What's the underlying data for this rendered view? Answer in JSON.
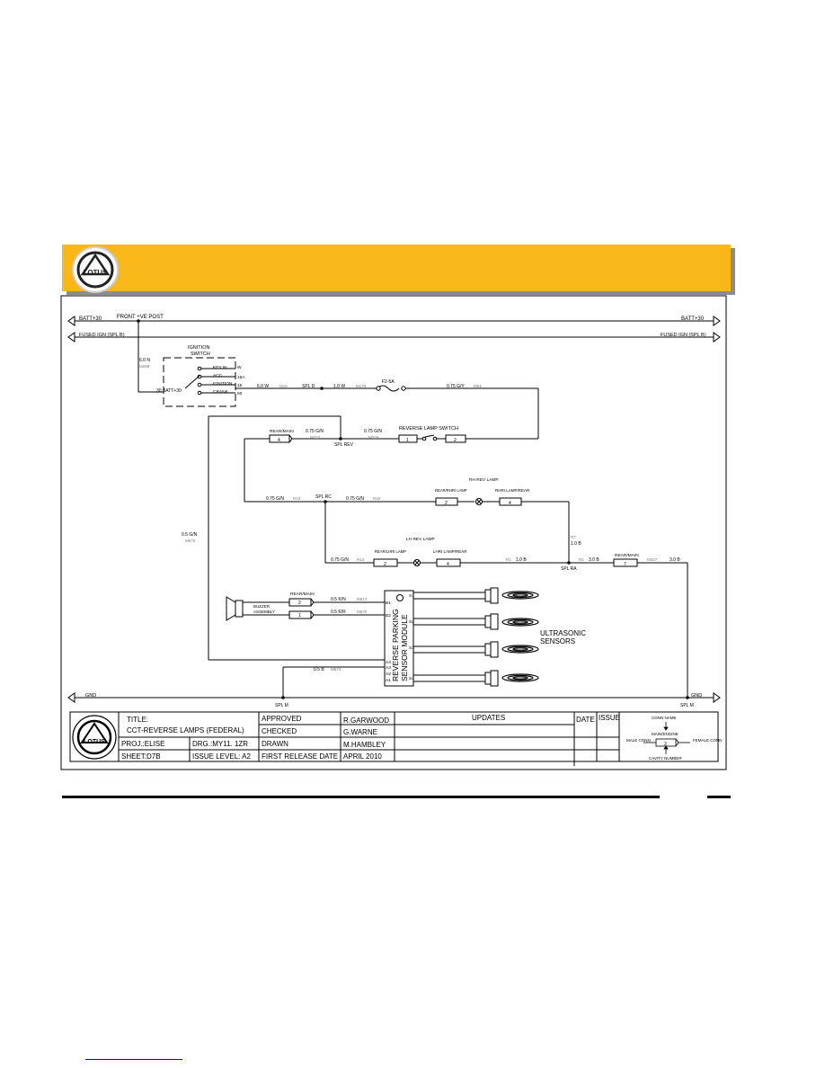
{
  "header": {
    "logo_text": "LOTUS"
  },
  "rails": {
    "batt_left": "BATT+30",
    "batt_right": "BATT+30",
    "front_post": "FRONT +VE POST",
    "fused_left": "FUSED IGN (SPL B)",
    "fused_right": "FUSED IGN (SPL B)",
    "gnd_left": "GND",
    "gnd_right": "GND",
    "spl_m_left": "SPL M",
    "spl_m_right": "SPL M"
  },
  "ignition": {
    "title_line1": "IGNITION",
    "title_line2": "SWITCH",
    "wire_size": "6.0 N",
    "wire_ref": "M298",
    "batt_pin": "30 BATT+30",
    "positions": [
      "KEY IN",
      "ACC",
      "IGNITION",
      "CRANK"
    ],
    "pins": [
      "W",
      "15A",
      "15",
      "50"
    ]
  },
  "wires": {
    "w1_size": "6.0 W",
    "w1_ref": "M16",
    "spl_d": "SPL D",
    "w2_size": "1.0 W",
    "w2_ref": "M170",
    "fuse": "F2-5A",
    "w3_size": "0.75 G/Y",
    "w3_ref": "M51",
    "rear_main_1": "REAR/MAIN",
    "rear_main_1_cav": "4",
    "w4_size": "0.75 G/N",
    "w4_ref": "M327",
    "spl_rev": "SPL REV",
    "w5_size": "0.75 G/N",
    "w5_ref": "M328",
    "rev_switch": "REVERSE LAMP SWITCH",
    "rev_switch_pin1": "1",
    "rev_switch_pin2": "2",
    "w6_size": "0.75 G/N",
    "w6_ref": "R13",
    "spl_rc": "SPL RC",
    "w7_size": "0.75 G/N",
    "w7_ref": "R10",
    "rh_lamp_conn": "REAR/RHRI LAMP",
    "rh_lamp_conn_cav": "2",
    "rh_rev_lamp": "RH REV LAMP",
    "rhri_lamp_rear": "RHRI LAMP/REAR",
    "rhri_lamp_rear_cav": "4",
    "r7_ref": "R7",
    "r7_size": "1.0 B",
    "w_left_size": "0.5 G/N",
    "w_left_ref": "M572",
    "w8_size": "0.75 G/N",
    "w8_ref": "R14",
    "lh_lamp_conn": "REAR/LHRI LAMP",
    "lh_lamp_conn_cav": "2",
    "lh_rev_lamp": "LH REV LAMP",
    "lhri_lamp_rear": "LHRI LAMP/REAR",
    "lhri_lamp_rear_cav": "4",
    "r1_ref": "R1",
    "r1_size": "1.0 B",
    "spl_ra": "SPL RA",
    "r1b_ref": "R1",
    "w9_size": "3.0 B",
    "rear_main_2": "REAR/MAIN",
    "rear_main_2_cav": "7",
    "w9_ref": "M327",
    "w10_size": "3.0 B"
  },
  "buzzer": {
    "label_line1": "BUZZER",
    "label_line2": "ASSEMBLY",
    "conn": "REAR/MAIN",
    "cav_a": "2",
    "cav_b": "1",
    "wa_size": "0.5 K/N",
    "wa_ref": "M574",
    "wb_size": "0.5 K/R",
    "wb_ref": "M575"
  },
  "module": {
    "label_line1": "REVERSE PARKING",
    "label_line2": "SENSOR MODULE",
    "pins_left": [
      "B1",
      "B2",
      "A4",
      "A3",
      "A2",
      "A1"
    ],
    "pins_right": [
      "S1",
      "S2",
      "S3",
      "S4"
    ],
    "gnd_wire_size": "0.5 B",
    "gnd_wire_ref": "M573"
  },
  "sensors": {
    "label_line1": "ULTRASONIC",
    "label_line2": "SENSORS"
  },
  "title_block": {
    "title_label": "TITLE:",
    "title": "CCT-REVERSE LAMPS (FEDERAL)",
    "proj": "PROJ.:ELISE",
    "drg": "DRG.:MY11. 1ZR",
    "sheet": "SHEET:D7B",
    "issue_level": "ISSUE LEVEL: A2",
    "approved": "APPROVED",
    "approved_by": "R.GARWOOD",
    "checked": "CHECKED",
    "checked_by": "G.WARNE",
    "drawn": "DRAWN",
    "drawn_by": "M.HAMBLEY",
    "first_release": "FIRST RELEASE DATE",
    "first_release_date": "APRIL 2010",
    "updates": "UPDATES",
    "date": "DATE",
    "issue": "ISSUE"
  },
  "legend": {
    "conn_name": "CONN NAME",
    "conn_example": "MAIN/ENGINE",
    "male": "MALE CONN",
    "female": "FEMALE CONN",
    "cavity_number": "CAVITY NUMBER",
    "cavity_example": "3"
  }
}
